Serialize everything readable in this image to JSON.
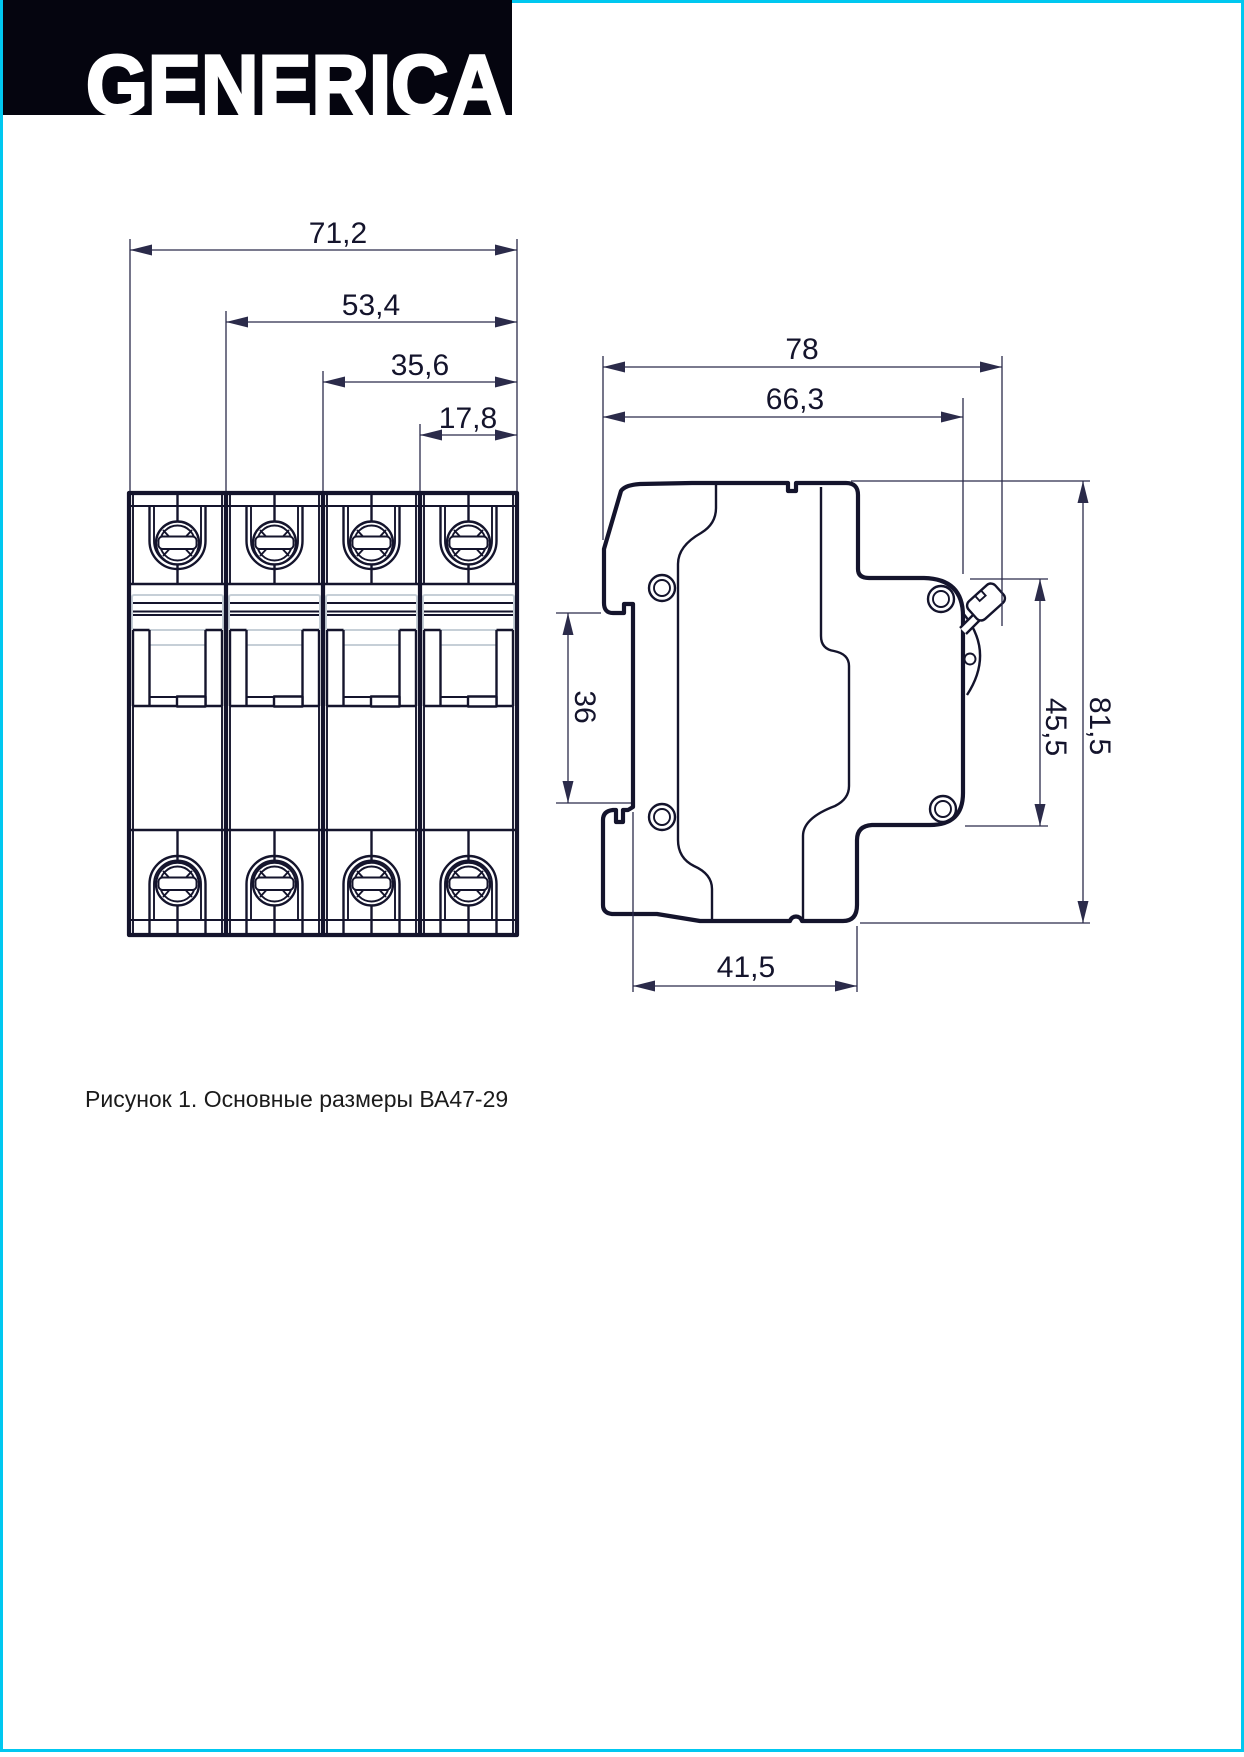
{
  "logo": {
    "text": "GENERICA"
  },
  "caption": "Рисунок 1. Основные размеры ВА47-29",
  "front_view": {
    "dim_total_width": "71,2",
    "dim_3pole": "53,4",
    "dim_2pole": "35,6",
    "dim_1pole": "17,8"
  },
  "side_view": {
    "dim_depth_total": "78",
    "dim_depth_body": "66,3",
    "dim_rail_slot": "36",
    "dim_front_height": "45,5",
    "dim_total_height": "81,5",
    "dim_bottom_depth": "41,5"
  },
  "colors": {
    "border": "#00c8f0",
    "line": "#14142c",
    "logo_bar": "#05050f"
  }
}
